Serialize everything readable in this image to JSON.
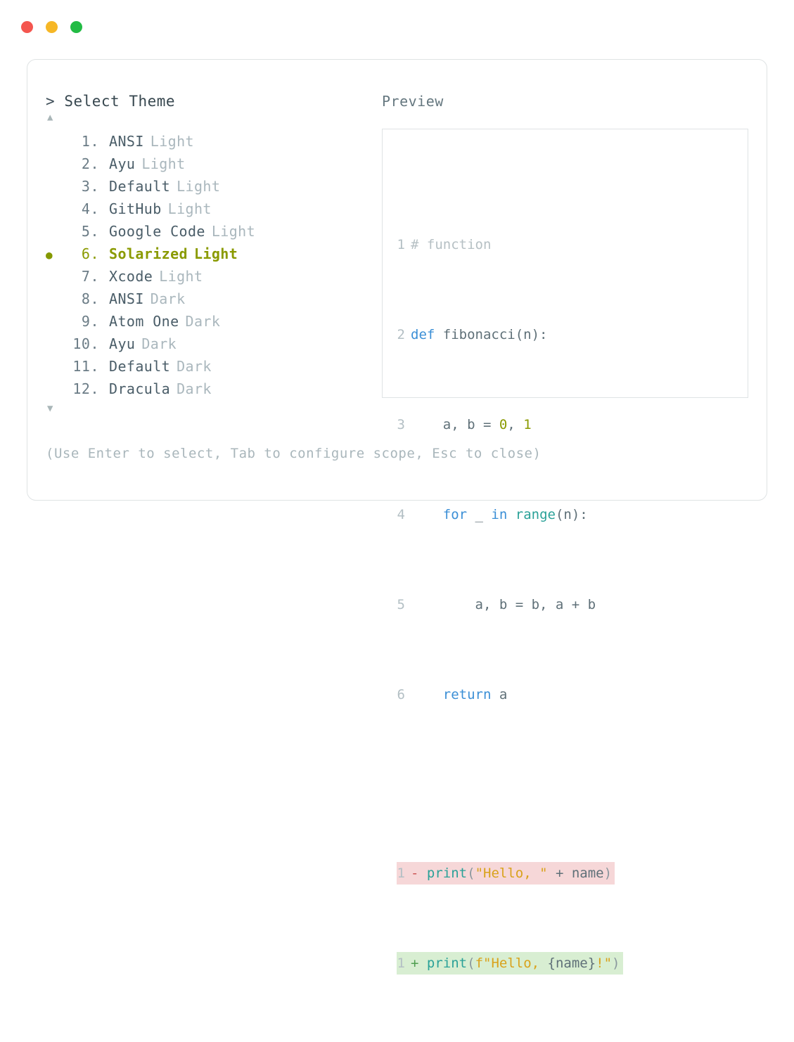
{
  "window": {
    "traffic_lights": [
      {
        "name": "close",
        "color": "#f4564f"
      },
      {
        "name": "minimize",
        "color": "#f6b726"
      },
      {
        "name": "maximize",
        "color": "#22bb44"
      }
    ]
  },
  "picker": {
    "prompt_caret": ">",
    "prompt_title": "Select Theme",
    "scroll_up_glyph": "▲",
    "scroll_down_glyph": "▼",
    "selected_bullet": "●",
    "selected_index": 6,
    "accent_color": "#8a9a00",
    "items": [
      {
        "index": "1.",
        "name": "ANSI",
        "variant": "Light",
        "selected": false
      },
      {
        "index": "2.",
        "name": "Ayu",
        "variant": "Light",
        "selected": false
      },
      {
        "index": "3.",
        "name": "Default",
        "variant": "Light",
        "selected": false
      },
      {
        "index": "4.",
        "name": "GitHub",
        "variant": "Light",
        "selected": false
      },
      {
        "index": "5.",
        "name": "Google Code",
        "variant": "Light",
        "selected": false
      },
      {
        "index": "6.",
        "name": "Solarized",
        "variant": "Light",
        "selected": true
      },
      {
        "index": "7.",
        "name": "Xcode",
        "variant": "Light",
        "selected": false
      },
      {
        "index": "8.",
        "name": "ANSI",
        "variant": "Dark",
        "selected": false
      },
      {
        "index": "9.",
        "name": "Atom One",
        "variant": "Dark",
        "selected": false
      },
      {
        "index": "10.",
        "name": "Ayu",
        "variant": "Dark",
        "selected": false
      },
      {
        "index": "11.",
        "name": "Default",
        "variant": "Dark",
        "selected": false
      },
      {
        "index": "12.",
        "name": "Dracula",
        "variant": "Dark",
        "selected": false
      }
    ]
  },
  "preview": {
    "label": "Preview",
    "code_lines": [
      {
        "ln": "1",
        "text": "# function"
      },
      {
        "ln": "2",
        "text": "def fibonacci(n):"
      },
      {
        "ln": "3",
        "text": "    a, b = 0, 1"
      },
      {
        "ln": "4",
        "text": "    for _ in range(n):"
      },
      {
        "ln": "5",
        "text": "        a, b = b, a + b"
      },
      {
        "ln": "6",
        "text": "    return a"
      }
    ],
    "diff_lines": [
      {
        "ln": "1",
        "sign": "-",
        "text": "print(\"Hello, \" + name)",
        "kind": "deletion",
        "bg": "#f6d7d8"
      },
      {
        "ln": "1",
        "sign": "+",
        "text": "print(f\"Hello, {name}!\")",
        "kind": "insertion",
        "bg": "#d8eed2"
      }
    ]
  },
  "footer": {
    "help_text": "(Use Enter to select, Tab to configure scope, Esc to close)"
  }
}
